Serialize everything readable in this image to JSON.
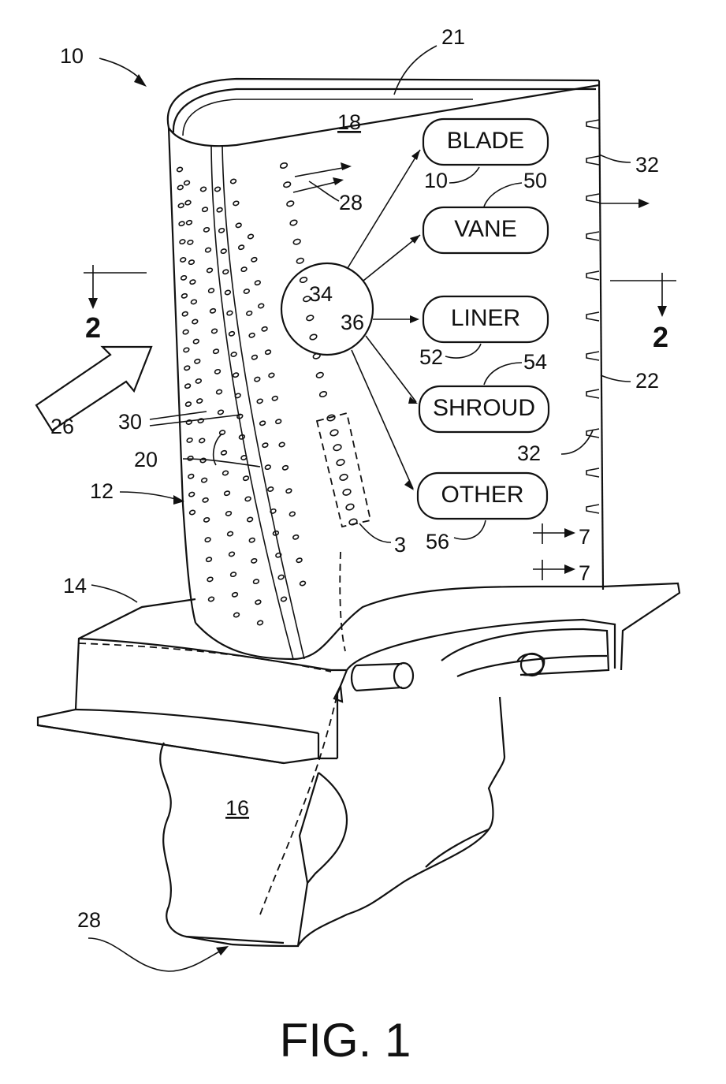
{
  "figure": {
    "caption": "FIG. 1",
    "boxes": {
      "blade": "BLADE",
      "vane": "VANE",
      "liner": "LINER",
      "shroud": "SHROUD",
      "other": "OTHER"
    },
    "refs": {
      "r10_top": "10",
      "r21": "21",
      "r18": "18",
      "r28_top": "28",
      "r10_box": "10",
      "r50": "50",
      "r32_top": "32",
      "r34": "34",
      "r36": "36",
      "r52": "52",
      "r54": "54",
      "r22": "22",
      "r32_mid": "32",
      "r30": "30",
      "r20": "20",
      "r12": "12",
      "r26": "26",
      "r3": "3",
      "r56": "56",
      "r7a": "7",
      "r7b": "7",
      "r14": "14",
      "r16": "16",
      "r28_bottom": "28",
      "sec2_left": "2",
      "sec2_right": "2"
    }
  }
}
